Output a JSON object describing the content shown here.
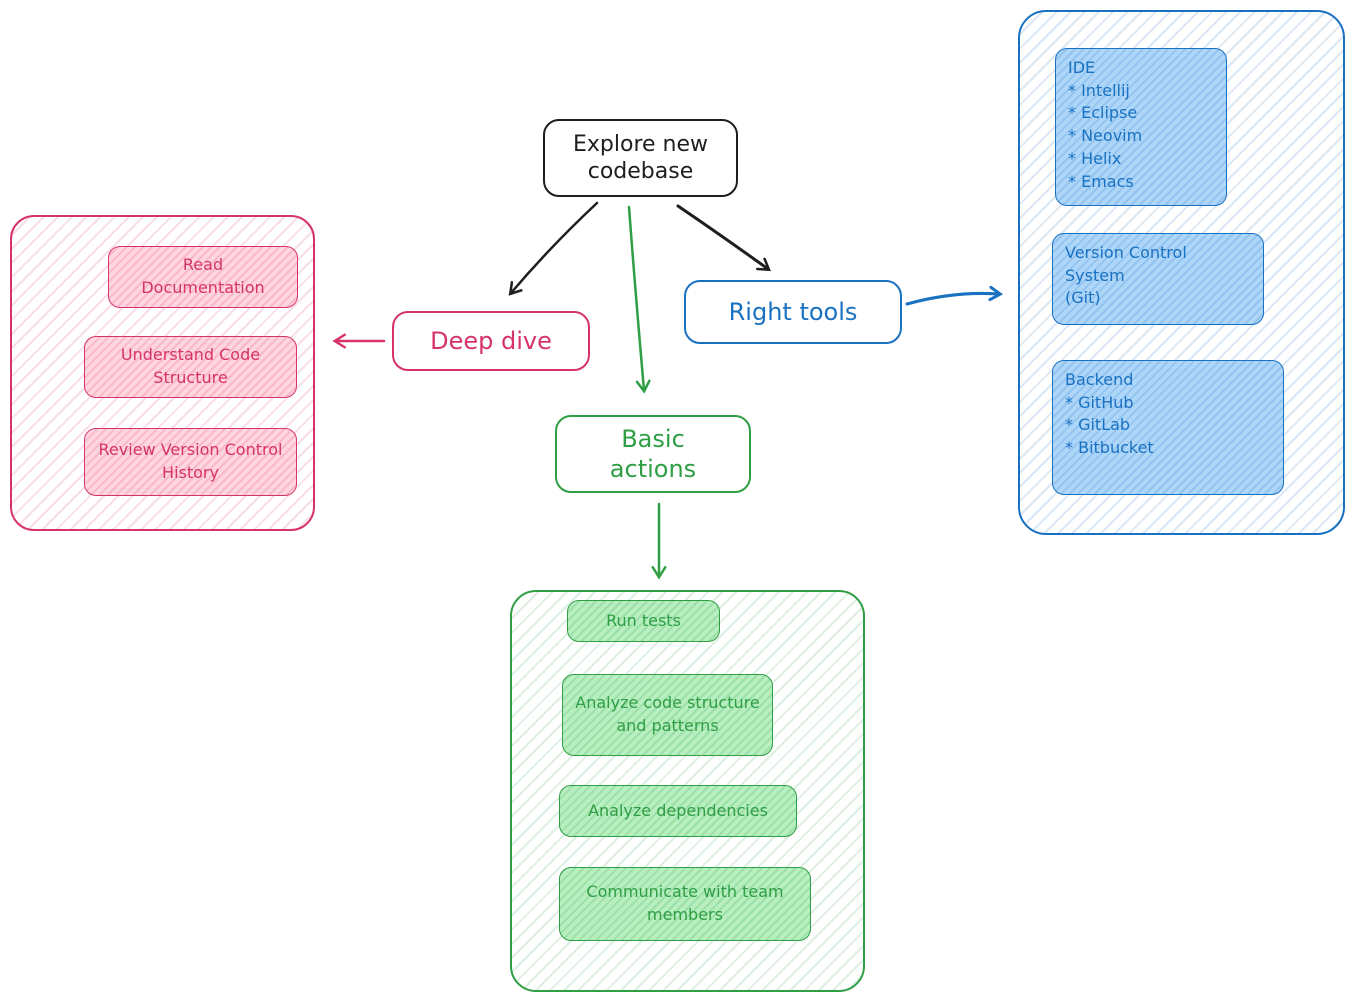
{
  "root": {
    "label": "Explore new codebase"
  },
  "branches": {
    "deep_dive": {
      "label": "Deep dive"
    },
    "right_tools": {
      "label": "Right tools"
    },
    "basic_actions": {
      "label": "Basic actions"
    }
  },
  "deep_dive_group": {
    "items": [
      {
        "label": "Read Documentation"
      },
      {
        "label": "Understand Code Structure"
      },
      {
        "label": "Review Version Control History"
      }
    ]
  },
  "right_tools_group": {
    "items": [
      {
        "title": "IDE",
        "lines": [
          "* Intellij",
          "* Eclipse",
          "* Neovim",
          "* Helix",
          "* Emacs"
        ]
      },
      {
        "title": "Version Control System (Git)",
        "title_lines": [
          "Version Control",
          "System",
          "(Git)"
        ]
      },
      {
        "title": "Backend",
        "lines": [
          "* GitHub",
          "* GitLab",
          "* Bitbucket"
        ]
      }
    ]
  },
  "basic_actions_group": {
    "items": [
      {
        "label": "Run tests"
      },
      {
        "label": "Analyze code structure and patterns"
      },
      {
        "label": "Analyze dependencies"
      },
      {
        "label": "Communicate with team members"
      }
    ]
  },
  "colors": {
    "black": "#1e1e1e",
    "pink": "#d6336c",
    "pink_fill": "#ffd6de",
    "blue": "#1971c2",
    "blue_fill": "#aed6f9",
    "green": "#2f9e44",
    "green_fill": "#b7efc0"
  }
}
